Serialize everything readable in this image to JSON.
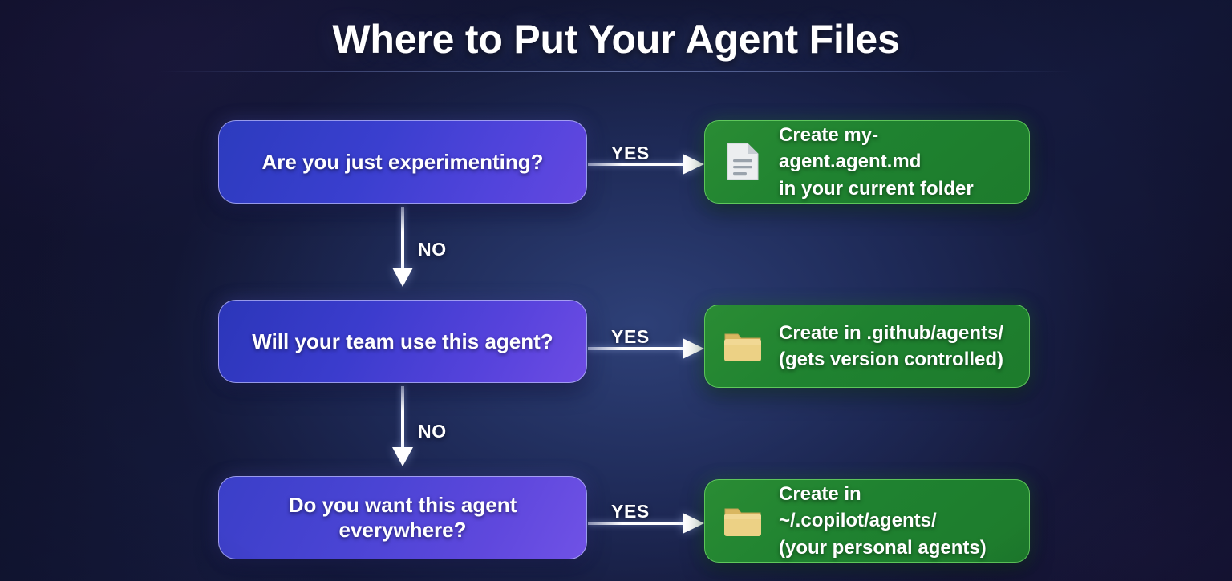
{
  "header": {
    "title": "Where to Put Your Agent Files"
  },
  "colors": {
    "background_dark": "#12122e",
    "background_center": "#2f427a",
    "decision_blue": "#3a3fcf",
    "decision_purple": "#6d4ce4",
    "outcome_green": "#1f8230",
    "outcome_border": "#78e26e",
    "arrow_white": "#ffffff",
    "title_white": "#ffffff"
  },
  "flow": {
    "branch_yes_label": "YES",
    "branch_no_label": "NO",
    "steps": [
      {
        "decision": "Are you just experimenting?",
        "yes_label": "YES",
        "no_label": "NO",
        "outcome_icon": "document-icon",
        "outcome_line1": "Create my-agent.agent.md",
        "outcome_line2": "in your current folder"
      },
      {
        "decision": "Will your team use this agent?",
        "yes_label": "YES",
        "no_label": "NO",
        "outcome_icon": "folder-icon",
        "outcome_line1": "Create in .github/agents/",
        "outcome_line2": "(gets version controlled)"
      },
      {
        "decision": "Do you want this agent everywhere?",
        "yes_label": "YES",
        "no_label": "",
        "outcome_icon": "folder-icon",
        "outcome_line1": "Create in ~/.copilot/agents/",
        "outcome_line2": "(your personal agents)"
      }
    ]
  }
}
